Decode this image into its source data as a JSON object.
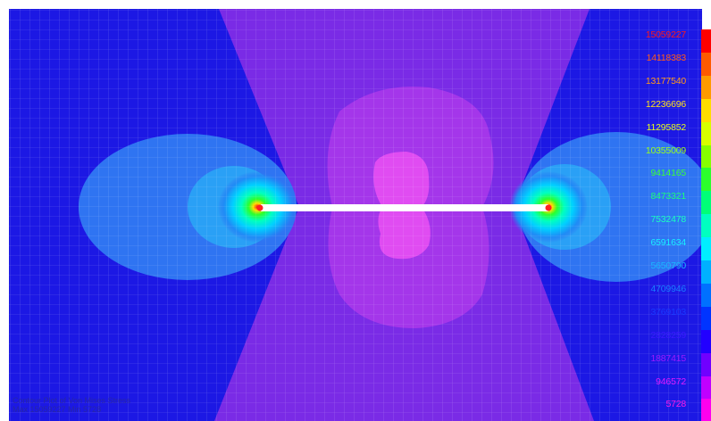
{
  "colors": {
    "background": "#ffffff",
    "deep_blue": "#1c18e4",
    "violet": "#7a2be6",
    "magenta_light": "#c13cec",
    "magenta": "#e64cf2",
    "cyan_light": "#3a8ff6",
    "crack": "#ffffff"
  },
  "legend": {
    "labels": [
      "15059227",
      "14118383",
      "13177540",
      "12236696",
      "11295852",
      "10355009",
      "9414165",
      "8473321",
      "7532478",
      "6591634",
      "5650790",
      "4709946",
      "3769103",
      "2828259",
      "1887415",
      "946572",
      "5728"
    ],
    "label_colors": [
      "#ff1a1a",
      "#ff5a1a",
      "#ff9a1a",
      "#ffe21a",
      "#e6ff1a",
      "#9aff1a",
      "#3aff3a",
      "#1aff7a",
      "#1affc0",
      "#1af0ff",
      "#1ab8ff",
      "#1a7cff",
      "#1a3aff",
      "#3a1aff",
      "#9a1aff",
      "#e01aff",
      "#ff1ae6"
    ],
    "swatches": [
      "#ff0000",
      "#ff5a00",
      "#ff9a00",
      "#ffdd00",
      "#d7ff00",
      "#86ff00",
      "#2cff2c",
      "#00ff77",
      "#00ffc0",
      "#00eeff",
      "#00b0ff",
      "#0070ff",
      "#0034ff",
      "#2200ff",
      "#7000ff",
      "#c000ff",
      "#ff00ee"
    ]
  },
  "footer": {
    "line1": "Contour Plot of Von Mises Stress",
    "line2": "Max 15059227  Min 5728"
  }
}
